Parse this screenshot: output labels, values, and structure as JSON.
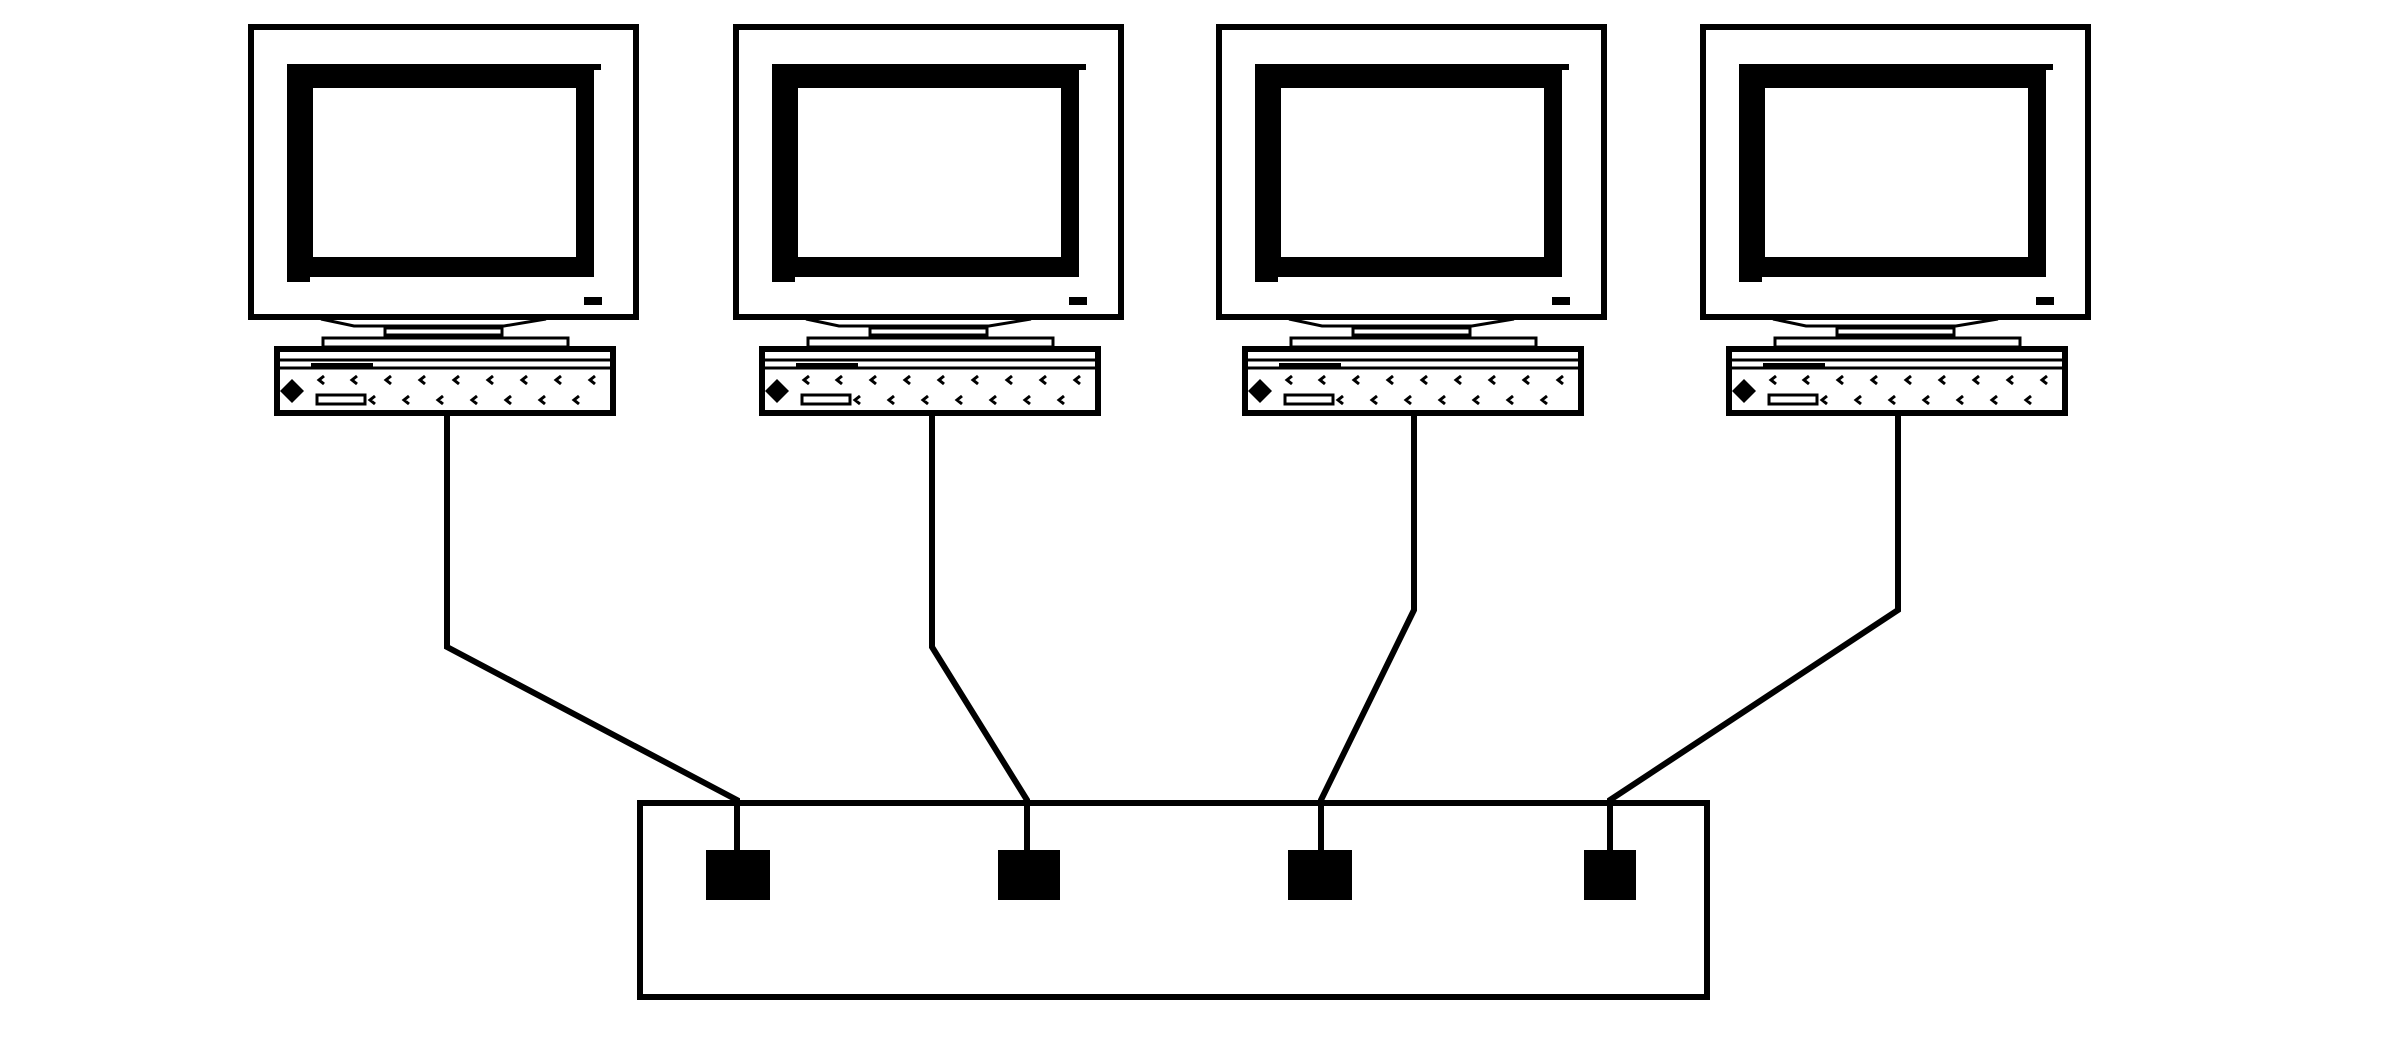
{
  "diagram": {
    "type": "network-topology",
    "hub": {
      "icon": "network-hub-icon",
      "port_count": 4
    },
    "workstations": [
      {
        "icon": "desktop-computer-icon",
        "port": 1
      },
      {
        "icon": "desktop-computer-icon",
        "port": 2
      },
      {
        "icon": "desktop-computer-icon",
        "port": 3
      },
      {
        "icon": "desktop-computer-icon",
        "port": 4
      }
    ],
    "colors": {
      "line": "#000000",
      "background": "#ffffff"
    }
  }
}
